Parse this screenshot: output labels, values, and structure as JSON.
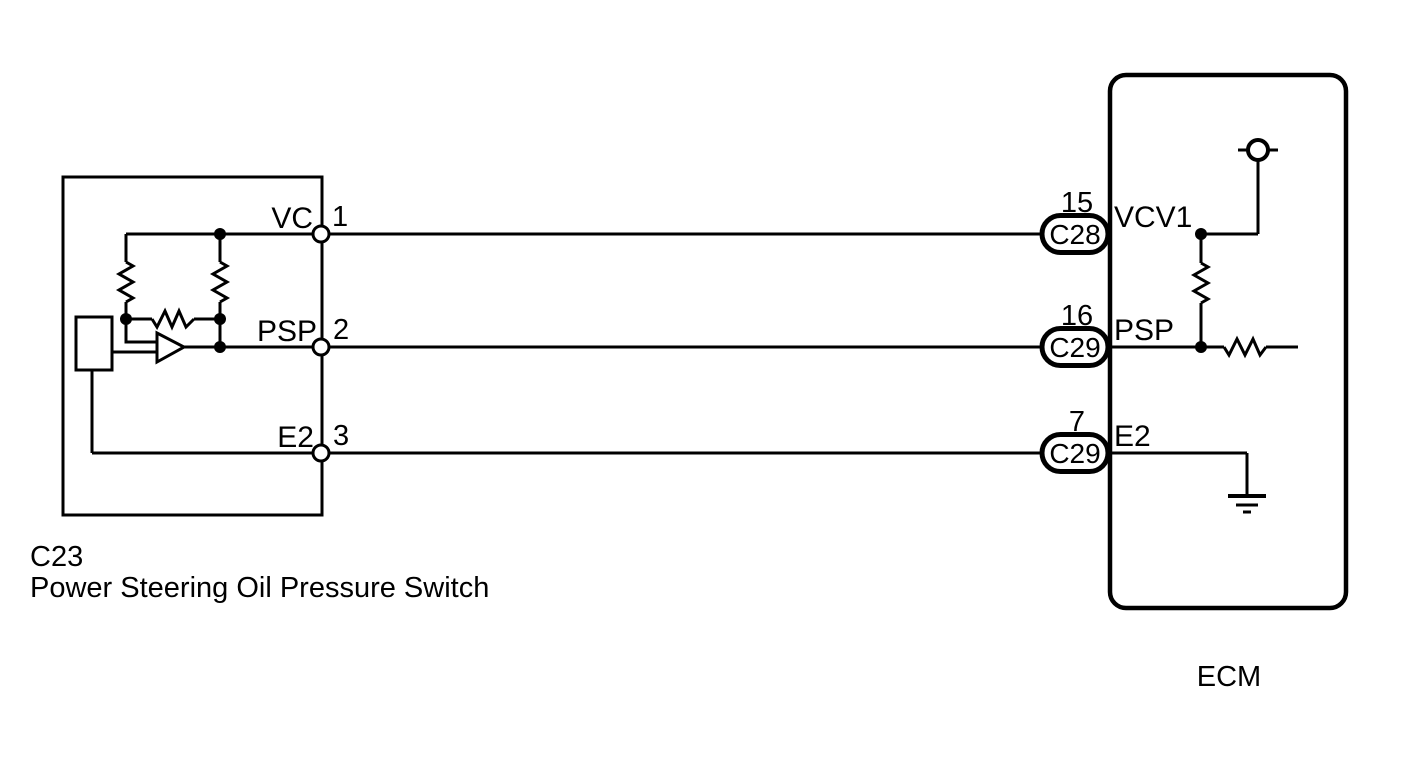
{
  "diagram": {
    "left_component": {
      "id": "C23",
      "name": "Power Steering Oil Pressure Switch",
      "terminals": [
        {
          "label": "VC",
          "pin": "1"
        },
        {
          "label": "PSP",
          "pin": "2"
        },
        {
          "label": "E2",
          "pin": "3"
        }
      ]
    },
    "ecm": {
      "name": "ECM",
      "terminals": [
        {
          "pin": "15",
          "connector": "C28",
          "label": "VCV1"
        },
        {
          "pin": "16",
          "connector": "C29",
          "label": "PSP"
        },
        {
          "pin": "7",
          "connector": "C29",
          "label": "E2"
        }
      ]
    },
    "colors": {
      "line": "#000000",
      "background": "#ffffff"
    }
  }
}
